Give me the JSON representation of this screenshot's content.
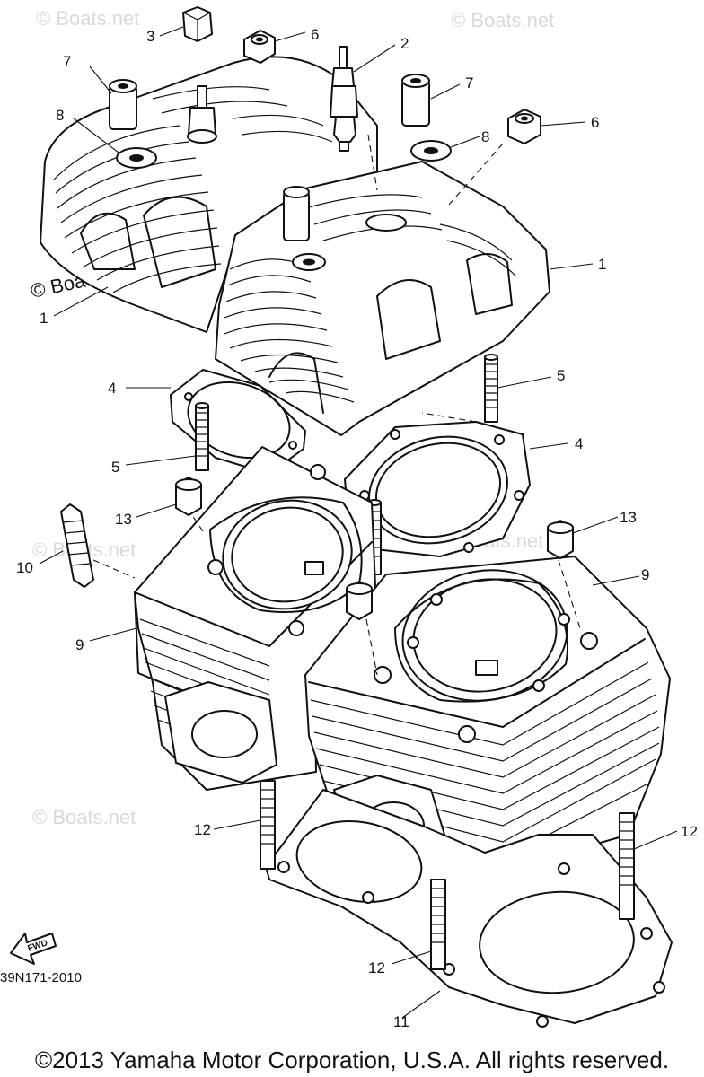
{
  "watermark": "© Boats.net",
  "diagram_code": "39N171-2010",
  "copyright": "©2013 Yamaha Motor Corporation, U.S.A. All rights reserved.",
  "fwd_label": "FWD",
  "callouts": [
    "1",
    "1",
    "2",
    "3",
    "4",
    "4",
    "5",
    "5",
    "6",
    "6",
    "7",
    "7",
    "8",
    "8",
    "9",
    "9",
    "10",
    "11",
    "12",
    "12",
    "12",
    "13",
    "13"
  ]
}
